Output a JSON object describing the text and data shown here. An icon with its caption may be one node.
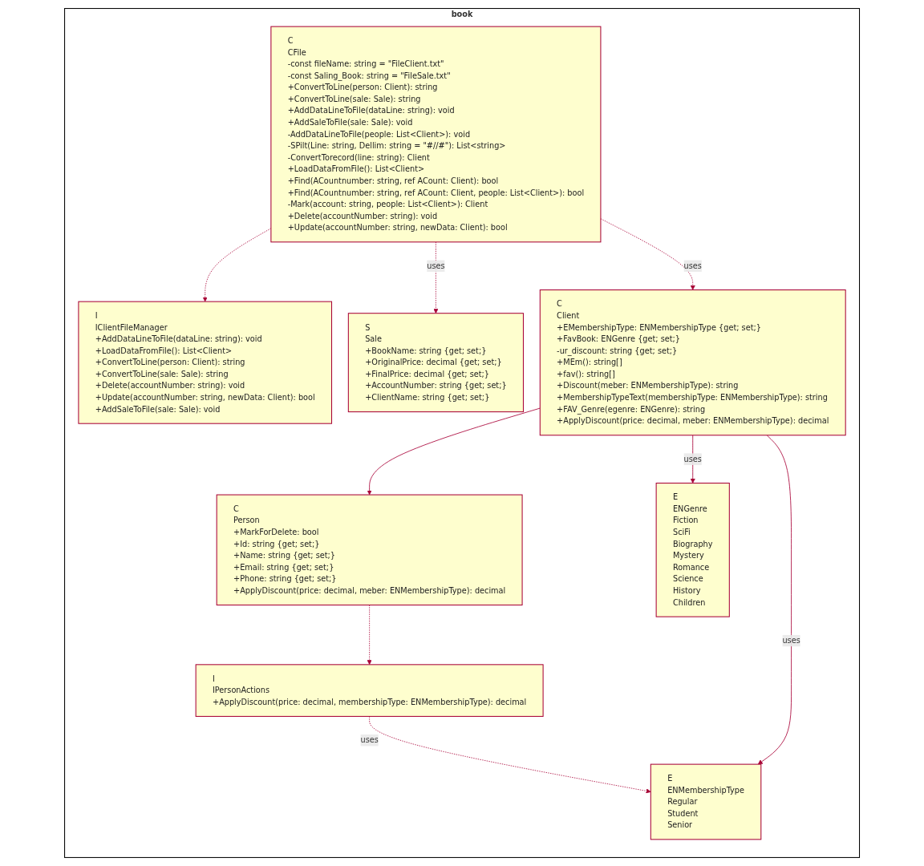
{
  "diagram": {
    "nodes": [
      {
        "text": [
          "book"
        ]
      },
      {
        "text": [
          "I",
          "IClientFileManager",
          "+AddDataLineToFile(dataLine: string): void",
          "+LoadDataFromFile(): List<Client>",
          "+ConvertToLine(person: Client): string",
          "+ConvertToLine(sale: Sale): string",
          "+Delete(accountNumber: string): void",
          "+Update(accountNumber: string, newData: Client): bool",
          "+AddSaleToFile(sale: Sale): void"
        ],
        "in": 0
      },
      {
        "text": [
          "I",
          "IPersonActions",
          "+ApplyDiscount(price: decimal, membershipType: ENMembershipType): decimal"
        ],
        "in": 0
      },
      {
        "text": [
          "C",
          "CFile",
          "-const fileName: string = \"FileClient.txt\"",
          "-const Saling_Book: string = \"FileSale.txt\"",
          "+ConvertToLine(person: Client): string",
          "+ConvertToLine(sale: Sale): string",
          "+AddDataLineToFile(dataLine: string): void",
          "+AddSaleToFile(sale: Sale): void",
          "-AddDataLineToFile(people: List<Client>): void",
          "-SPilt(Line: string, Dellim: string = \"#//#\"): List<string>",
          "-ConvertTorecord(line: string): Client",
          "+LoadDataFromFile(): List<Client>",
          "+Find(ACountnumber: string, ref ACount: Client): bool",
          "+Find(ACountnumber: string, ref ACount: Client, people: List<Client>): bool",
          "-Mark(account: string, people: List<Client>): Client",
          "+Delete(accountNumber: string): void",
          "+Update(accountNumber: string, newData: Client): bool"
        ],
        "in": 0
      },
      {
        "text": [
          "C",
          "Person",
          "+MarkForDelete: bool",
          "+Id: string {get; set;}",
          "+Name: string {get; set;}",
          "+Email: string {get; set;}",
          "+Phone: string {get; set;}",
          "+ApplyDiscount(price: decimal, meber: ENMembershipType): decimal"
        ],
        "in": 0
      },
      {
        "text": [
          "S",
          "Sale",
          "+BookName: string {get; set;}",
          "+OriginalPrice: decimal {get; set;}",
          "+FinalPrice: decimal {get; set;}",
          "+AccountNumber: string {get; set;}",
          "+ClientName: string {get; set;}"
        ],
        "in": 0
      },
      {
        "text": [
          "C",
          "Client",
          "+EMembershipType: ENMembershipType {get; set;}",
          "+FavBook: ENGenre {get; set;}",
          "-ur_discount: string {get; set;}",
          "+MEm(): string[]",
          "+fav(): string[]",
          "+Discount(meber: ENMembershipType): string",
          "+MembershipTypeText(membershipType: ENMembershipType): string",
          "+FAV_Genre(egenre: ENGenre): string",
          "+ApplyDiscount(price: decimal, meber: ENMembershipType): decimal"
        ],
        "in": 0
      },
      {
        "text": [
          "E",
          "ENGenre",
          "Fiction",
          "SciFi",
          "Biography",
          "Mystery",
          "Romance",
          "Science",
          "History",
          "Children"
        ],
        "in": 0
      },
      {
        "text": [
          "E",
          "ENMembershipType",
          "Regular",
          "Student",
          "Senior"
        ],
        "in": 0
      }
    ],
    "edges": [
      {
        "from": 3,
        "to": 1,
        "arrow": "to",
        "style": "dashed"
      },
      {
        "from": 4,
        "to": 2,
        "arrow": "to",
        "style": "dashed"
      },
      {
        "from": 3,
        "to": 5,
        "arrow": "to",
        "style": "dashed",
        "label": "uses"
      },
      {
        "from": 3,
        "to": 6,
        "arrow": "to",
        "style": "dashed",
        "label": "uses"
      },
      {
        "from": 6,
        "to": 4,
        "arrow": "to"
      },
      {
        "from": 2,
        "to": 8,
        "arrow": "to",
        "style": "dashed",
        "label": "uses"
      },
      {
        "from": 6,
        "to": 7,
        "arrow": "to",
        "label": "uses"
      },
      {
        "from": 6,
        "to": 8,
        "arrow": "to",
        "label": "uses"
      }
    ]
  }
}
